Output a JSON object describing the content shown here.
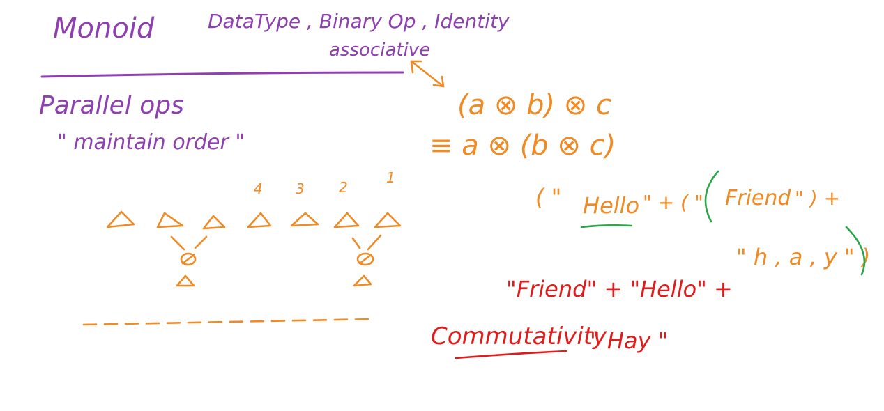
{
  "colors": {
    "purple": "#8e3fb0",
    "orange": "#f08a24",
    "red": "#e01b1b",
    "green": "#2aa64a",
    "background": "#ffffff"
  },
  "heading": {
    "title": "Monoid",
    "components": "DataType , Binary Op , Identity",
    "associative": "associative"
  },
  "parallel": {
    "title": "Parallel ops",
    "subtitle": "\" maintain order \"",
    "index_labels": [
      "4",
      "3",
      "2",
      "1"
    ]
  },
  "associativity": {
    "lhs": "(a ⊗ b) ⊗ c",
    "rhs": "≡ a ⊗ (b ⊗ c)"
  },
  "example": {
    "line1_open": "( \"",
    "hello": "Hello",
    "line1_mid": "\" + ( \"",
    "friend": "Friend",
    "line1_end": "\" ) +",
    "line2": "\" h , a , y \" )"
  },
  "commutativity": {
    "swapped": "\"Friend\" + \"Hello\" +",
    "label": "Commutativity",
    "hay": "\" Hay \""
  }
}
